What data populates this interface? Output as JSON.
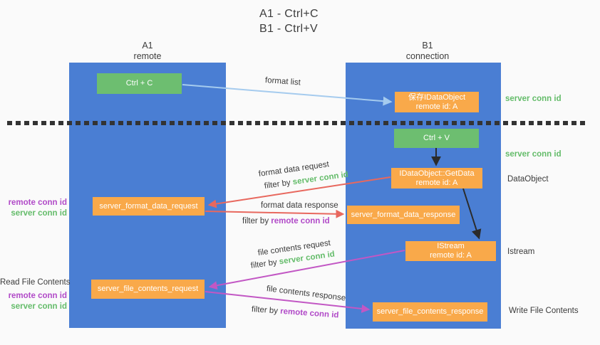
{
  "title": {
    "line1": "A1 - Ctrl+C",
    "line2": "B1 - Ctrl+V"
  },
  "lanes": {
    "a1": {
      "name": "A1",
      "role": "remote"
    },
    "b1": {
      "name": "B1",
      "role": "connection"
    }
  },
  "nodes": {
    "ctrl_c": {
      "label": "Ctrl + C"
    },
    "ctrl_v": {
      "label": "Ctrl + V"
    },
    "save_dataobject": {
      "line1": "保存IDataObject",
      "line2": "remote id: A"
    },
    "getdata": {
      "line1": "IDataObject::GetData",
      "line2": "remote id: A"
    },
    "format_request": {
      "label": "server_format_data_request"
    },
    "format_response": {
      "label": "server_format_data_response"
    },
    "istream": {
      "line1": "IStream",
      "line2": "remote id: A"
    },
    "file_request": {
      "label": "server_file_contents_request"
    },
    "file_response": {
      "label": "server_file_contents_response"
    }
  },
  "annotations": {
    "server_conn_id_right_top": "server conn id",
    "server_conn_id_right_mid": "server conn id",
    "dataobject": "DataObject",
    "istream": "Istream",
    "write_file_contents": "Write File Contents",
    "read_file_contents": "Read File Contents",
    "remote_conn_id_left_top": "remote conn id",
    "server_conn_id_left_top": "server conn id",
    "remote_conn_id_left_bottom": "remote conn id",
    "server_conn_id_left_bottom": "server conn id"
  },
  "arrow_labels": {
    "format_list": "format list",
    "format_data_request": "format data request",
    "format_data_response": "format data response",
    "file_contents_request": "file contents request",
    "file_contents_response": "file contents response",
    "filter_by": "filter by ",
    "server_conn_id": "server conn id",
    "remote_conn_id": "remote conn id"
  },
  "colors": {
    "lane_blue": "#4a7ed3",
    "box_green": "#6dbe70",
    "box_orange": "#f9a94a",
    "conn_green": "#64bc6a",
    "conn_purple": "#b14ac8",
    "arrow_red": "#e8685e",
    "arrow_magenta": "#c257c4",
    "arrow_lightblue": "#a5cbee",
    "arrow_black": "#2b2b2b",
    "divider_black": "#333333"
  }
}
